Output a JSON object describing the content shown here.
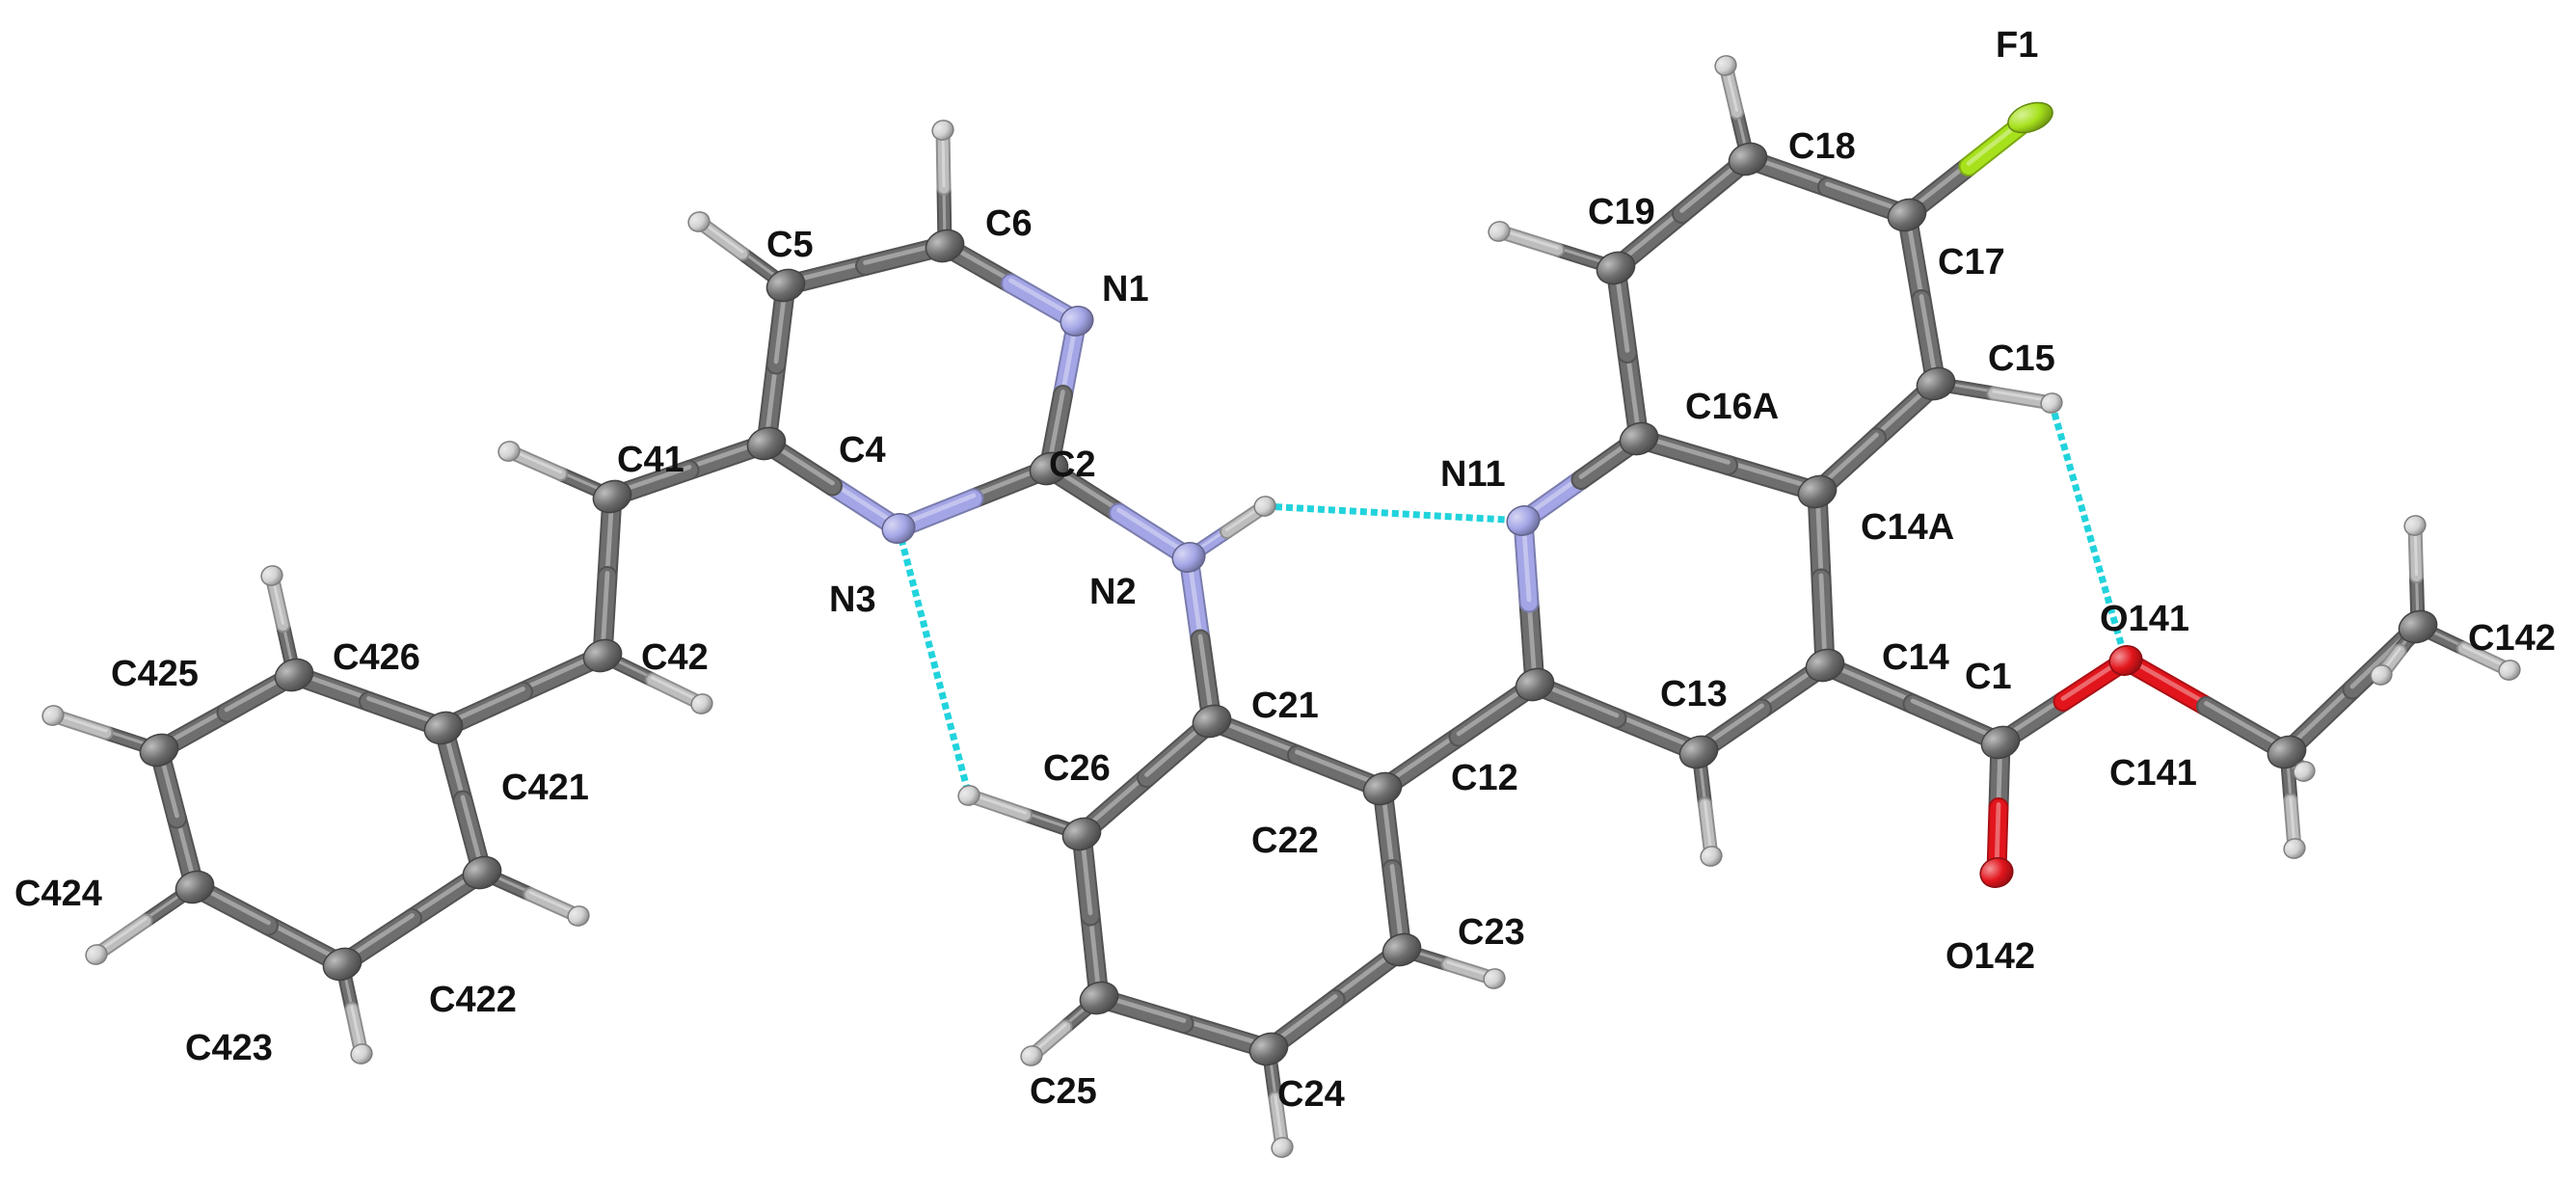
{
  "colors": {
    "bond": "#6f6f6f",
    "carbon": "#6e6e6e",
    "nitrogen": "#a3a5e6",
    "oxygen": "#e2151c",
    "fluorine": "#a6e11b",
    "hydrogen": "#d2d2d2",
    "hbond": "#21d3dc"
  },
  "atoms": [
    {
      "id": "C6",
      "element": "C",
      "label": "C6"
    },
    {
      "id": "N1",
      "element": "N",
      "label": "N1"
    },
    {
      "id": "C2",
      "element": "C",
      "label": "C2"
    },
    {
      "id": "N3",
      "element": "N",
      "label": "N3"
    },
    {
      "id": "C4",
      "element": "C",
      "label": "C4"
    },
    {
      "id": "C5",
      "element": "C",
      "label": "C5"
    },
    {
      "id": "C41",
      "element": "C",
      "label": "C41"
    },
    {
      "id": "C42",
      "element": "C",
      "label": "C42"
    },
    {
      "id": "C421",
      "element": "C",
      "label": "C421"
    },
    {
      "id": "C422",
      "element": "C",
      "label": "C422"
    },
    {
      "id": "C423",
      "element": "C",
      "label": "C423"
    },
    {
      "id": "C424",
      "element": "C",
      "label": "C424"
    },
    {
      "id": "C425",
      "element": "C",
      "label": "C425"
    },
    {
      "id": "C426",
      "element": "C",
      "label": "C426"
    },
    {
      "id": "N2",
      "element": "N",
      "label": "N2"
    },
    {
      "id": "C21",
      "element": "C",
      "label": "C21"
    },
    {
      "id": "C22",
      "element": "C",
      "label": "C22"
    },
    {
      "id": "C23",
      "element": "C",
      "label": "C23"
    },
    {
      "id": "C24",
      "element": "C",
      "label": "C24"
    },
    {
      "id": "C25",
      "element": "C",
      "label": "C25"
    },
    {
      "id": "C26",
      "element": "C",
      "label": "C26"
    },
    {
      "id": "C12",
      "element": "C",
      "label": "C12"
    },
    {
      "id": "N11",
      "element": "N",
      "label": "N11"
    },
    {
      "id": "C16A",
      "element": "C",
      "label": "C16A"
    },
    {
      "id": "C19",
      "element": "C",
      "label": "C19"
    },
    {
      "id": "C18",
      "element": "C",
      "label": "C18"
    },
    {
      "id": "C17",
      "element": "C",
      "label": "C17"
    },
    {
      "id": "F1",
      "element": "F",
      "label": "F1"
    },
    {
      "id": "C15",
      "element": "C",
      "label": "C15"
    },
    {
      "id": "C14A",
      "element": "C",
      "label": "C14A"
    },
    {
      "id": "C14",
      "element": "C",
      "label": "C14"
    },
    {
      "id": "C13",
      "element": "C",
      "label": "C13"
    },
    {
      "id": "C1",
      "element": "C",
      "label": "C1"
    },
    {
      "id": "O142",
      "element": "O",
      "label": "O142"
    },
    {
      "id": "O141",
      "element": "O",
      "label": "O141"
    },
    {
      "id": "C141",
      "element": "C",
      "label": "C141"
    },
    {
      "id": "C142",
      "element": "C",
      "label": "C142"
    },
    {
      "id": "H6",
      "element": "H"
    },
    {
      "id": "H5",
      "element": "H"
    },
    {
      "id": "H41",
      "element": "H"
    },
    {
      "id": "H42",
      "element": "H"
    },
    {
      "id": "H422",
      "element": "H"
    },
    {
      "id": "H423",
      "element": "H"
    },
    {
      "id": "H424",
      "element": "H"
    },
    {
      "id": "H425",
      "element": "H"
    },
    {
      "id": "H426",
      "element": "H"
    },
    {
      "id": "H2",
      "element": "H"
    },
    {
      "id": "H23",
      "element": "H"
    },
    {
      "id": "H24",
      "element": "H"
    },
    {
      "id": "H25",
      "element": "H"
    },
    {
      "id": "H26",
      "element": "H"
    },
    {
      "id": "H19",
      "element": "H"
    },
    {
      "id": "H18",
      "element": "H"
    },
    {
      "id": "H15",
      "element": "H"
    },
    {
      "id": "H13",
      "element": "H"
    },
    {
      "id": "H141a",
      "element": "H"
    },
    {
      "id": "H141b",
      "element": "H"
    },
    {
      "id": "H142a",
      "element": "H"
    },
    {
      "id": "H142b",
      "element": "H"
    },
    {
      "id": "H142c",
      "element": "H"
    }
  ],
  "bonds": [
    [
      "C6",
      "N1"
    ],
    [
      "N1",
      "C2"
    ],
    [
      "C2",
      "N3"
    ],
    [
      "N3",
      "C4"
    ],
    [
      "C4",
      "C5"
    ],
    [
      "C5",
      "C6"
    ],
    [
      "C4",
      "C41"
    ],
    [
      "C41",
      "C42"
    ],
    [
      "C42",
      "C421"
    ],
    [
      "C421",
      "C422"
    ],
    [
      "C422",
      "C423"
    ],
    [
      "C423",
      "C424"
    ],
    [
      "C424",
      "C425"
    ],
    [
      "C425",
      "C426"
    ],
    [
      "C426",
      "C421"
    ],
    [
      "C2",
      "N2"
    ],
    [
      "N2",
      "C21"
    ],
    [
      "C21",
      "C22"
    ],
    [
      "C22",
      "C23"
    ],
    [
      "C23",
      "C24"
    ],
    [
      "C24",
      "C25"
    ],
    [
      "C25",
      "C26"
    ],
    [
      "C26",
      "C21"
    ],
    [
      "C22",
      "C12"
    ],
    [
      "C12",
      "N11"
    ],
    [
      "N11",
      "C16A"
    ],
    [
      "C16A",
      "C19"
    ],
    [
      "C19",
      "C18"
    ],
    [
      "C18",
      "C17"
    ],
    [
      "C17",
      "F1"
    ],
    [
      "C17",
      "C15"
    ],
    [
      "C15",
      "C14A"
    ],
    [
      "C14A",
      "C16A"
    ],
    [
      "C14A",
      "C14"
    ],
    [
      "C14",
      "C13"
    ],
    [
      "C13",
      "C12"
    ],
    [
      "C14",
      "C1"
    ],
    [
      "C1",
      "O142"
    ],
    [
      "C1",
      "O141"
    ],
    [
      "O141",
      "C141"
    ],
    [
      "C141",
      "C142"
    ],
    [
      "C6",
      "H6"
    ],
    [
      "C5",
      "H5"
    ],
    [
      "C41",
      "H41"
    ],
    [
      "C42",
      "H42"
    ],
    [
      "C422",
      "H422"
    ],
    [
      "C423",
      "H423"
    ],
    [
      "C424",
      "H424"
    ],
    [
      "C425",
      "H425"
    ],
    [
      "C426",
      "H426"
    ],
    [
      "N2",
      "H2"
    ],
    [
      "C23",
      "H23"
    ],
    [
      "C24",
      "H24"
    ],
    [
      "C25",
      "H25"
    ],
    [
      "C26",
      "H26"
    ],
    [
      "C19",
      "H19"
    ],
    [
      "C18",
      "H18"
    ],
    [
      "C15",
      "H15"
    ],
    [
      "C13",
      "H13"
    ],
    [
      "C141",
      "H141a"
    ],
    [
      "C141",
      "H141b"
    ],
    [
      "C142",
      "H142a"
    ],
    [
      "C142",
      "H142b"
    ],
    [
      "C142",
      "H142c"
    ]
  ],
  "hbonds": [
    [
      "H2",
      "N11"
    ],
    [
      "N3",
      "H26"
    ],
    [
      "H15",
      "O141"
    ]
  ]
}
